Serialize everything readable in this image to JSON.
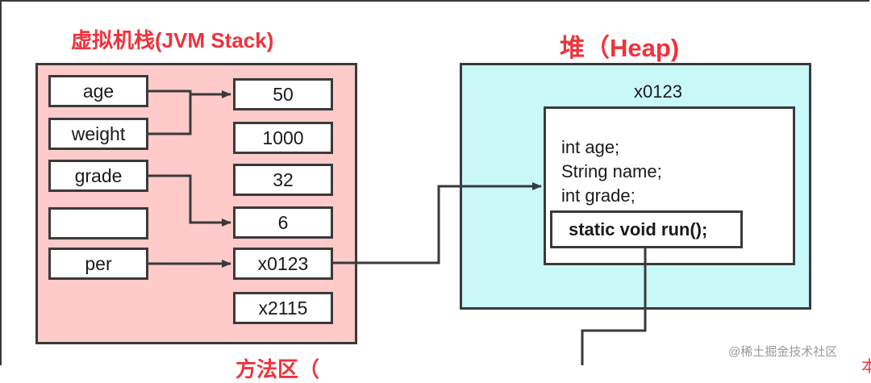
{
  "stack": {
    "title": "虚拟机栈(JVM Stack)",
    "variables": [
      "age",
      "weight",
      "grade",
      "",
      "per"
    ],
    "values": [
      "50",
      "1000",
      "32",
      "6",
      "x0123",
      "x2115"
    ]
  },
  "heap": {
    "title": "堆（Heap)",
    "object_address": "x0123",
    "fields": [
      "int age;",
      "String name;",
      "int grade;"
    ],
    "method": "static void run();"
  },
  "bottom_title": "方法区（",
  "edge_mark": "本",
  "watermark": "@稀土掘金技术社区",
  "colors": {
    "title_red": "#f0323c",
    "stack_bg": "#ffcaca",
    "heap_bg": "#c9f8f9",
    "border": "#3a3a3a"
  }
}
